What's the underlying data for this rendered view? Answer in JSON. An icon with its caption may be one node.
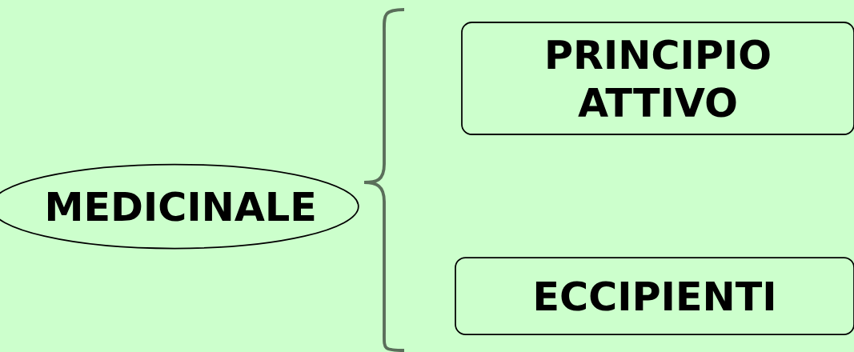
{
  "diagram": {
    "nodes": [
      {
        "text": [
          "MEDICINALE"
        ]
      },
      {
        "text": [
          "PRINCIPIO ATTIVO"
        ]
      },
      {
        "text": [
          "ECCIPIENTI"
        ]
      }
    ]
  }
}
